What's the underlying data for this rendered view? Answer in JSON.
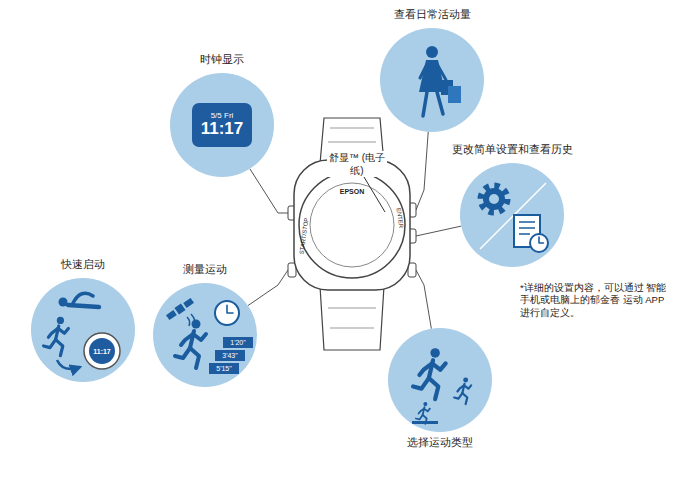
{
  "diagram": {
    "nodes": [
      {
        "text": [
          "查看日常活动量"
        ]
      },
      {
        "text": [
          "时钟显示"
        ]
      },
      {
        "text": [
          "5/5 Fri",
          "11:17"
        ],
        "in": 1
      },
      {
        "text": [
          "EPSON",
          "ENTER",
          "START/STOP"
        ]
      },
      {
        "text": [
          "更改简单设置和查看历史"
        ]
      },
      {
        "text": [
          "快速启动"
        ]
      },
      {
        "text": [
          "11:17"
        ],
        "in": 5
      },
      {
        "text": [
          "测量运动"
        ]
      },
      {
        "text": [
          "1'20\""
        ],
        "in": 7
      },
      {
        "text": [
          "3'43\""
        ],
        "in": 7
      },
      {
        "text": [
          "5'15\""
        ],
        "in": 7
      },
      {
        "text": [
          "选择运动类型"
        ]
      }
    ],
    "edges": [
      {
        "from": 3,
        "to": 0,
        "arrow": "none"
      },
      {
        "from": 3,
        "to": 1,
        "arrow": "none"
      },
      {
        "from": 3,
        "to": 4,
        "arrow": "none"
      },
      {
        "from": 3,
        "to": 11,
        "arrow": "none"
      },
      {
        "from": 3,
        "to": 7,
        "arrow": "none"
      }
    ],
    "labels": [
      "舒显™ (电子纸)",
      "*详细的设置内容，可以通过 智能手机或电脑上的郁金香 运动 APP 进行自定义。"
    ]
  }
}
